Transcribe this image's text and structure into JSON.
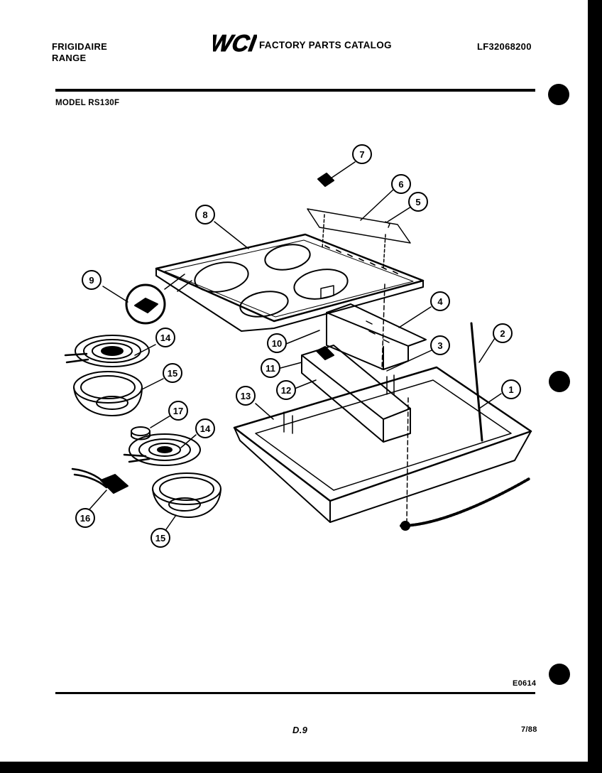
{
  "header": {
    "brand_line1": "FRIGIDAIRE",
    "brand_line2": "RANGE",
    "logo_text": "WCI",
    "catalog_title": "FACTORY PARTS CATALOG",
    "part_number": "LF32068200"
  },
  "model_label": "MODEL RS130F",
  "callouts": [
    "7",
    "6",
    "5",
    "8",
    "9",
    "4",
    "14",
    "10",
    "3",
    "2",
    "11",
    "15",
    "12",
    "1",
    "13",
    "17",
    "14",
    "16",
    "15"
  ],
  "footer": {
    "diagram_code": "E0614",
    "page_number": "D.9",
    "date": "7/88"
  }
}
